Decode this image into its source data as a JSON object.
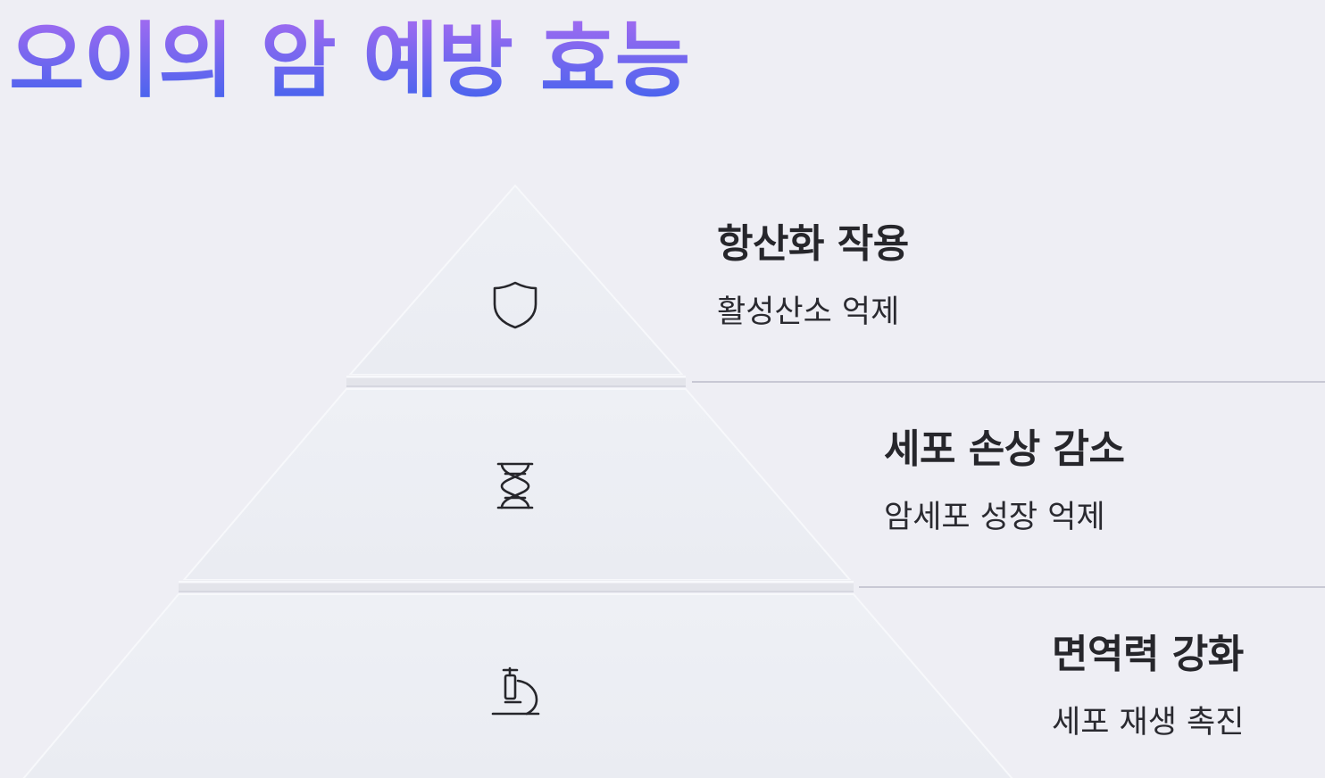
{
  "title": "오이의 암 예방 효능",
  "colors": {
    "background": "#eeeef4",
    "title_gradient_top": "#a66bf0",
    "title_gradient_bottom": "#3d63ee",
    "text": "#26262b",
    "divider": "#c8c8d4"
  },
  "tiers": [
    {
      "title": "항산화 작용",
      "description": "활성산소 억제",
      "icon": "shield-icon"
    },
    {
      "title": "세포 손상 감소",
      "description": "암세포 성장 억제",
      "icon": "dna-icon"
    },
    {
      "title": "면역력 강화",
      "description": "세포 재생 촉진",
      "icon": "microscope-icon"
    }
  ]
}
